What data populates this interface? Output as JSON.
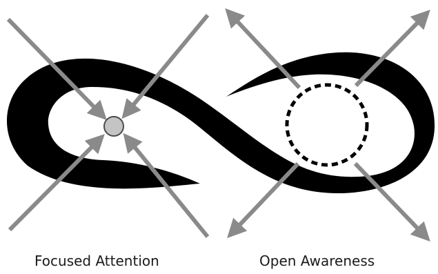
{
  "labels": {
    "left": "Focused Attention",
    "right": "Open Awareness"
  },
  "colors": {
    "band": "#000000",
    "arrow": "#8a8a8a",
    "focus_point": "#c4c4c4",
    "focus_point_outline": "#4a4a4a",
    "awareness_circle": "#000000",
    "background": "#ffffff",
    "text": "#1a1a1a"
  },
  "icons": {
    "left_arrows": "inward-arrows",
    "right_arrows": "outward-arrows",
    "center": "focus-dot-icon",
    "awareness": "dashed-circle-icon"
  }
}
